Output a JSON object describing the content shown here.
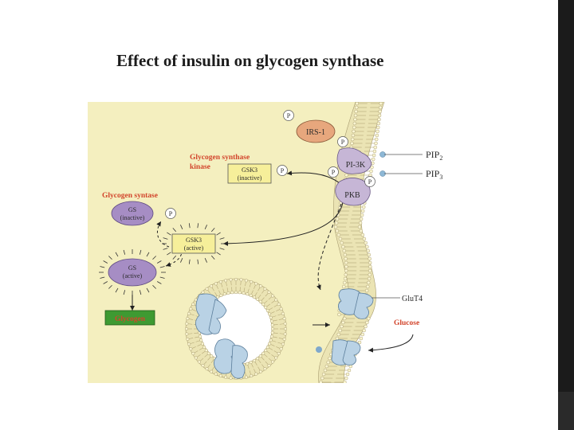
{
  "slide": {
    "title": "Effect of insulin on glycogen synthase"
  },
  "diagram": {
    "irs1": "IRS-1",
    "pi3k": "PI-3K",
    "pkb": "PKB",
    "pip2": "PIP",
    "pip2_sub": "2",
    "pip3": "PIP",
    "pip3_sub": "3",
    "gsk3_kinase_label_line1": "Glycogen synthase",
    "gsk3_kinase_label_line2": "kinase",
    "gsk3_inactive_line1": "GSK3",
    "gsk3_inactive_line2": "(inactive)",
    "gs_label": "Glycogen syntase",
    "gs_inactive_line1": "GS",
    "gs_inactive_line2": "(inactive)",
    "gsk3_active_line1": "GSK3",
    "gsk3_active_line2": "(active)",
    "gs_active_line1": "GS",
    "gs_active_line2": "(active)",
    "glycogen": "Glycogen",
    "glut4": "GluT4",
    "glucose": "Glucose",
    "phosphate": "P"
  },
  "colors": {
    "cytoplasm": "#f4efbf",
    "membrane": "#ebe4b4",
    "extracellular": "#ffffff",
    "protein_orange": "#e7a77d",
    "protein_lilac": "#c6b6d6",
    "protein_purple": "#a68dc4",
    "gsk3_box": "#f6ef9a",
    "glycogen_box": "#3e9a32",
    "label_red": "#d2452c",
    "head_blue": "#8eb8d6"
  }
}
